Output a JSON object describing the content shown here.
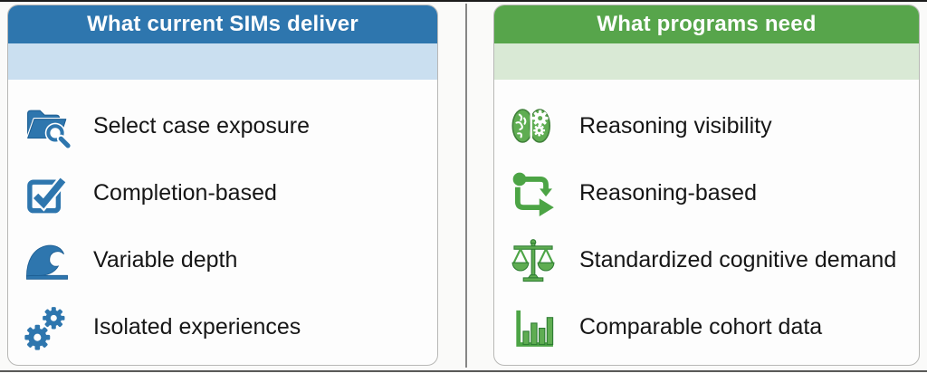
{
  "figure": {
    "left_panel": {
      "title": "What current SIMs deliver",
      "header_color": "#2e76ae",
      "band_color": "#cadff0",
      "icon_color": "#2e76ae",
      "items": [
        {
          "icon": "folder-search-icon",
          "label": "Select case exposure"
        },
        {
          "icon": "checkbox-checked-icon",
          "label": "Completion-based"
        },
        {
          "icon": "wave-icon",
          "label": "Variable depth"
        },
        {
          "icon": "gears-icon",
          "label": "Isolated experiences"
        }
      ]
    },
    "right_panel": {
      "title": "What programs need",
      "header_color": "#57a54b",
      "band_color": "#d9e9d5",
      "icon_color": "#4ca445",
      "items": [
        {
          "icon": "brain-gears-icon",
          "label": "Reasoning visibility"
        },
        {
          "icon": "flow-arrows-icon",
          "label": "Reasoning-based"
        },
        {
          "icon": "balance-scale-icon",
          "label": "Standardized cognitive demand"
        },
        {
          "icon": "bar-chart-icon",
          "label": "Comparable cohort data"
        }
      ]
    }
  }
}
